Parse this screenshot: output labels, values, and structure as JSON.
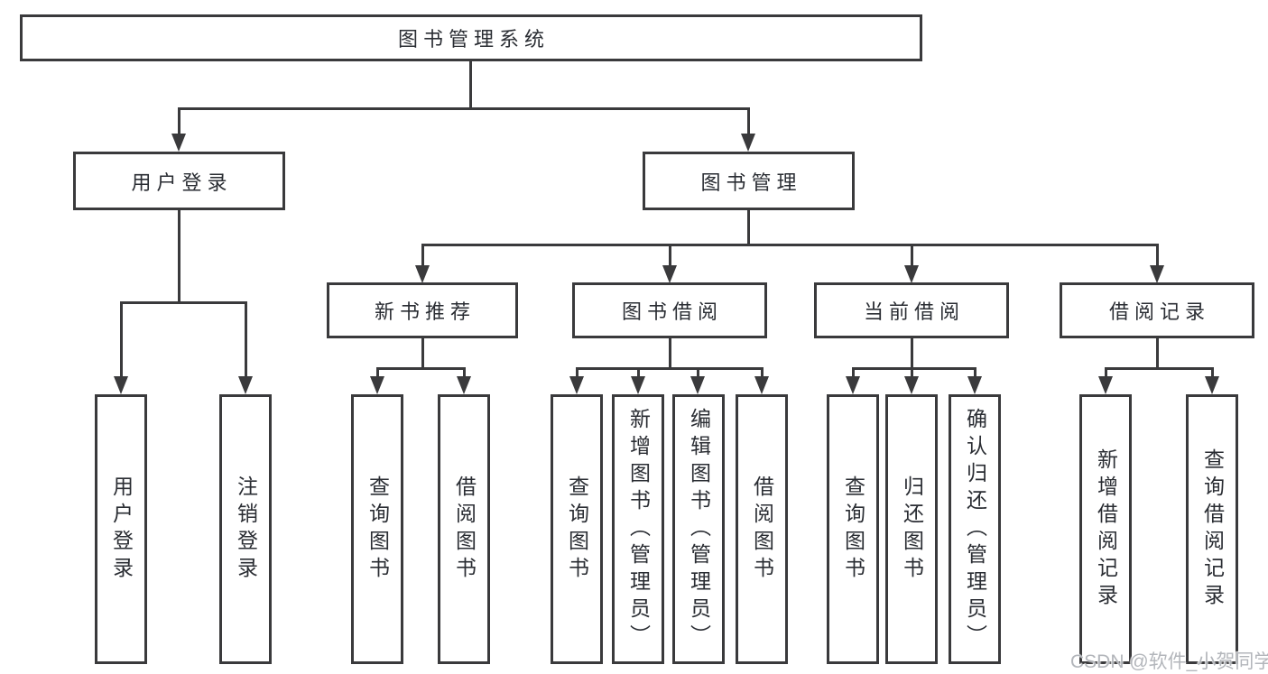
{
  "diagram": {
    "title": "图书管理系统",
    "branches": {
      "user_login": {
        "label": "用户登录",
        "children": [
          "用户登录",
          "注销登录"
        ]
      },
      "book_mgmt": {
        "label": "图书管理"
      }
    },
    "modules": [
      {
        "label": "新书推荐",
        "children": [
          "查询图书",
          "借阅图书"
        ]
      },
      {
        "label": "图书借阅",
        "children": [
          "查询图书",
          "新增图书（管理员）",
          "编辑图书（管理员）",
          "借阅图书"
        ]
      },
      {
        "label": "当前借阅",
        "children": [
          "查询图书",
          "归还图书",
          "确认归还（管理员）"
        ]
      },
      {
        "label": "借阅记录",
        "children": [
          "新增借阅记录",
          "查询借阅记录"
        ]
      }
    ],
    "line_color": "#3a3a3c",
    "text_color": "#2a2d33"
  },
  "watermark": {
    "text": "CSDN @软件_小贺同学"
  }
}
